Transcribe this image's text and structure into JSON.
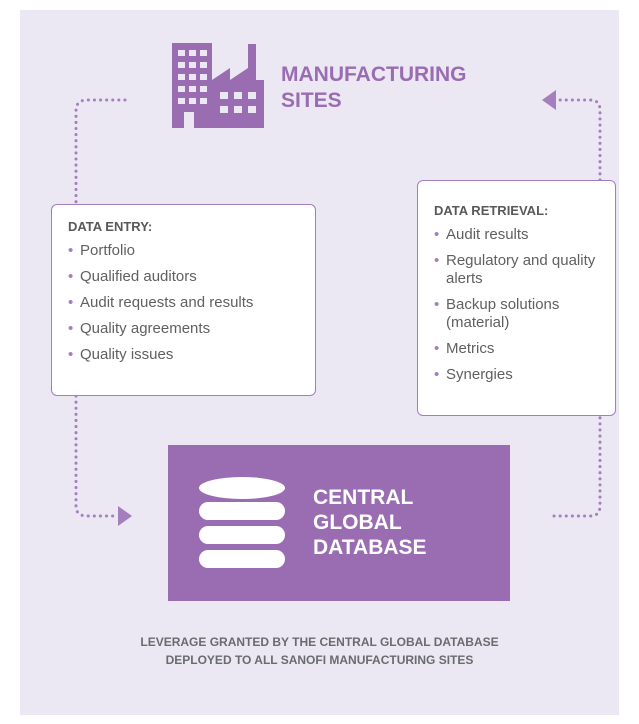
{
  "title": {
    "line1": "MANUFACTURING",
    "line2": "SITES"
  },
  "data_entry": {
    "header": "DATA ENTRY:",
    "items": [
      "Portfolio",
      "Qualified auditors",
      "Audit requests and results",
      "Quality agreements",
      "Quality issues"
    ]
  },
  "data_retrieval": {
    "header": "DATA RETRIEVAL:",
    "items": [
      "Audit results",
      "Regulatory and quality alerts",
      "Backup solutions (material)",
      "Metrics",
      "Synergies"
    ]
  },
  "database": {
    "line1": "CENTRAL",
    "line2": "GLOBAL",
    "line3": "DATABASE"
  },
  "footer": {
    "line1": "LEVERAGE GRANTED BY THE CENTRAL GLOBAL DATABASE",
    "line2": "DEPLOYED TO ALL SANOFI MANUFACTURING SITES"
  },
  "colors": {
    "accent": "#9a6cb2",
    "background": "#ebe8f3",
    "box_border": "#a57ebd",
    "text": "#5f6062"
  },
  "icons": {
    "sites": "factory-building-icon",
    "database": "database-icon"
  }
}
